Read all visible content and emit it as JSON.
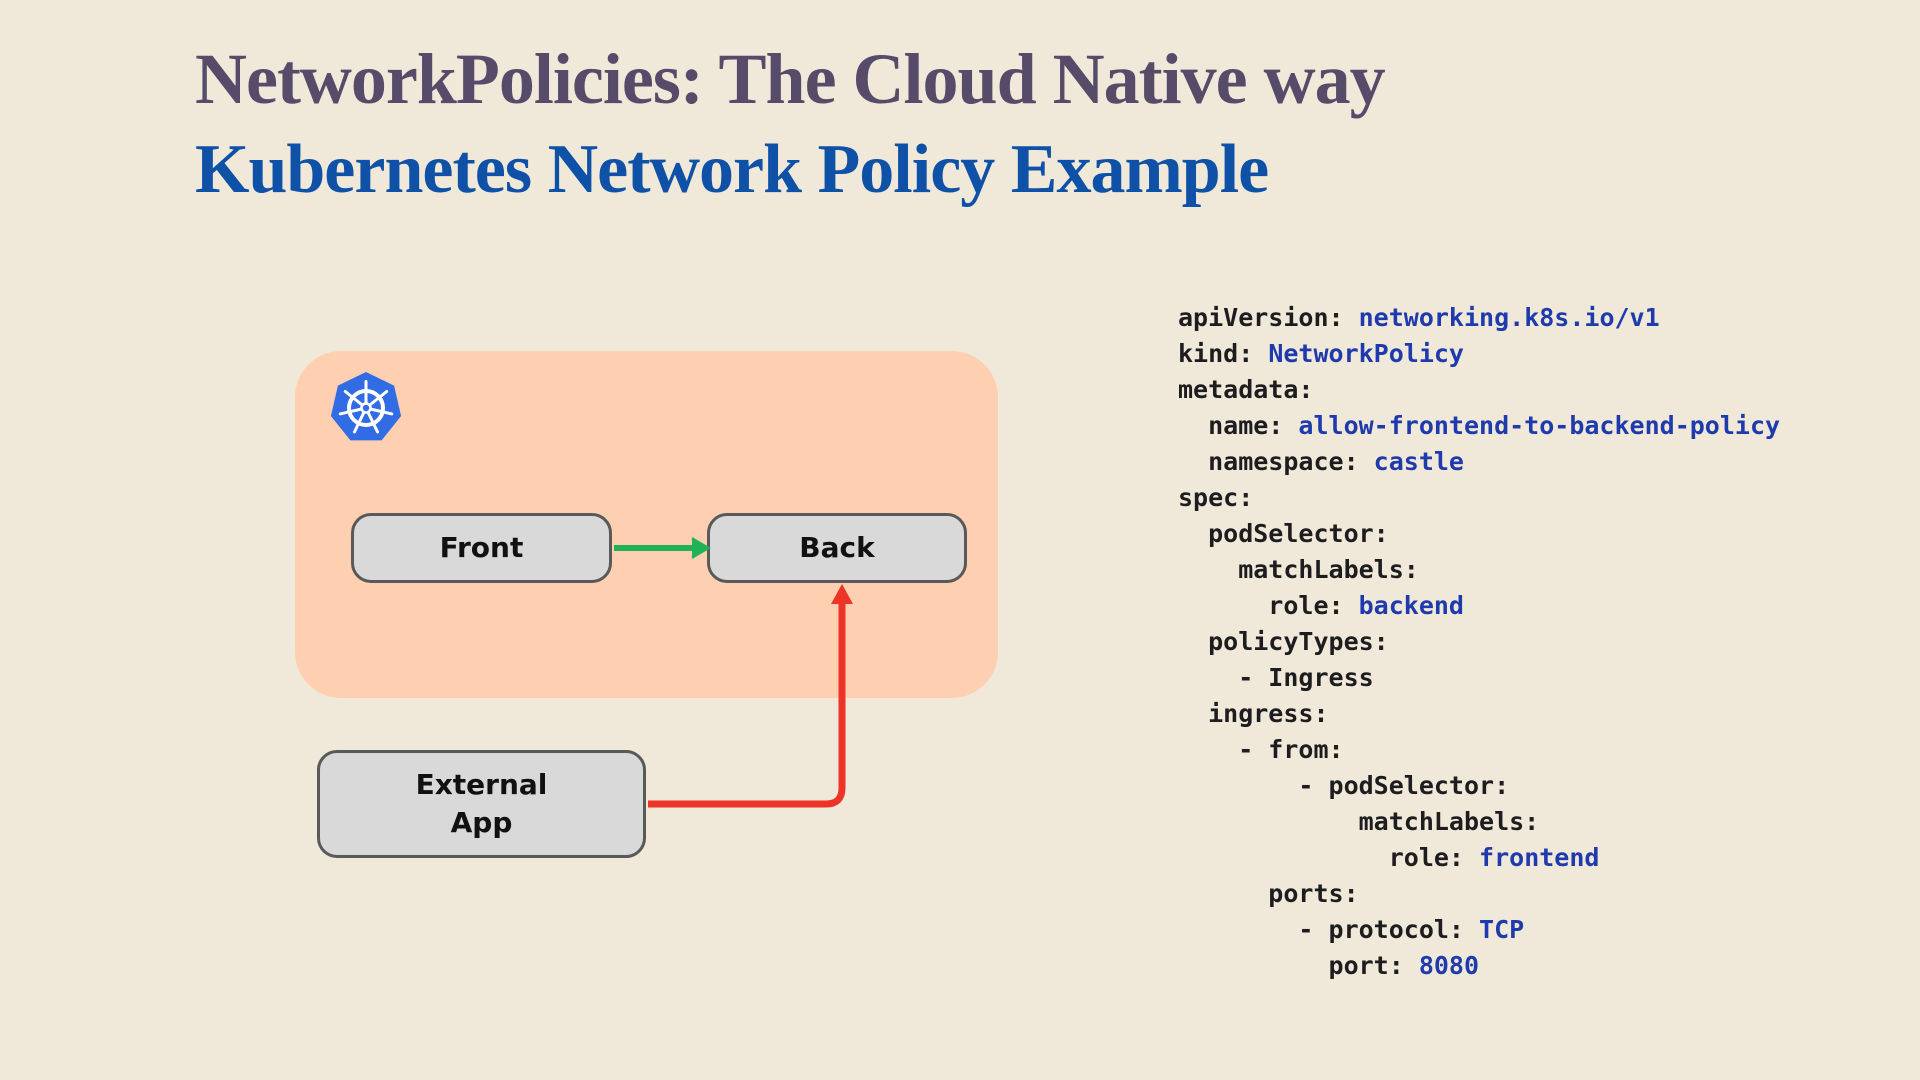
{
  "header": {
    "title": "NetworkPolicies: The Cloud Native way",
    "subtitle": "Kubernetes Network Policy Example"
  },
  "colors": {
    "background": "#f0e9da",
    "title": "#564b68",
    "subtitle": "#0e51a7",
    "cluster_bg": "#fecfb0",
    "node_fill": "#d9d9d9",
    "node_border": "#595959",
    "allowed_arrow": "#21b156",
    "blocked_arrow": "#ee3426",
    "kubernetes_blue": "#326ce5",
    "yaml_key": "#1d1d1f",
    "yaml_value": "#1e3aad"
  },
  "diagram": {
    "cluster_icon": "kubernetes-icon",
    "nodes": [
      {
        "id": "front",
        "label": "Front"
      },
      {
        "id": "back",
        "label": "Back"
      },
      {
        "id": "external-app",
        "label": "External App"
      }
    ],
    "edges": [
      {
        "from": "Front",
        "to": "Back",
        "type": "allowed",
        "color": "#21b156"
      },
      {
        "from": "External App",
        "to": "Back",
        "type": "blocked-external-ingress",
        "color": "#ee3426"
      }
    ]
  },
  "yaml": {
    "lines": [
      {
        "indent": 0,
        "key": "apiVersion:",
        "value": "networking.k8s.io/v1"
      },
      {
        "indent": 0,
        "key": "kind:",
        "value": "NetworkPolicy"
      },
      {
        "indent": 0,
        "key": "metadata:"
      },
      {
        "indent": 2,
        "key": "name:",
        "value": "allow-frontend-to-backend-policy"
      },
      {
        "indent": 2,
        "key": "namespace:",
        "value": "castle"
      },
      {
        "indent": 0,
        "key": "spec:"
      },
      {
        "indent": 2,
        "key": "podSelector:"
      },
      {
        "indent": 4,
        "key": "matchLabels:"
      },
      {
        "indent": 6,
        "key": "role:",
        "value": "backend"
      },
      {
        "indent": 2,
        "key": "policyTypes:"
      },
      {
        "indent": 4,
        "key": "- Ingress"
      },
      {
        "indent": 2,
        "key": "ingress:"
      },
      {
        "indent": 4,
        "key": "- from:"
      },
      {
        "indent": 8,
        "key": "- podSelector:"
      },
      {
        "indent": 12,
        "key": "matchLabels:"
      },
      {
        "indent": 14,
        "key": "role:",
        "value": "frontend"
      },
      {
        "indent": 6,
        "key": "ports:"
      },
      {
        "indent": 8,
        "key": "- protocol:",
        "value": "TCP"
      },
      {
        "indent": 10,
        "key": "port:",
        "value": "8080"
      }
    ]
  }
}
